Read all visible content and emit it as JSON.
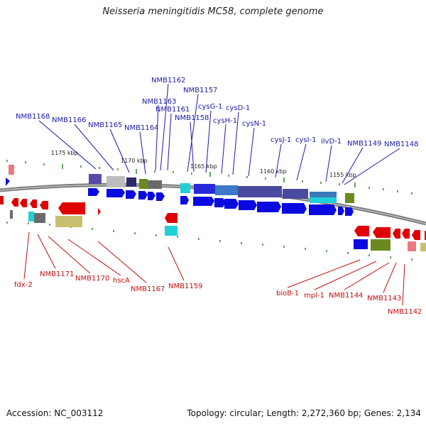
{
  "title": "Neisseria meningitidis MC58, complete genome",
  "footer": {
    "accession": "Accession: NC_003112",
    "summary": "Topology: circular; Length: 2,272,360 bp; Genes: 2,134"
  },
  "colors": {
    "forward_gene": "#0a0ae0",
    "reverse_gene": "#e00000",
    "backbone": "#7a7a7a",
    "tick": "#2a8a2a",
    "top_label": "#1a1aa6",
    "bottom_label": "#c01010"
  },
  "scale_ticks": [
    "1175 kbp",
    "1170 kbp",
    "1165 kbp",
    "1160 kbp",
    "1155 kbp"
  ],
  "top_labels": [
    "NMB1168",
    "NMB1166",
    "NMB1165",
    "NMB1164",
    "NMB1163",
    "NMB1162",
    "NMB1161",
    "NMB1157",
    "NMB1158",
    "cysG-1",
    "cysD-1",
    "cysH-1",
    "cysN-1",
    "cysJ-1",
    "cysI-1",
    "ilvD-1",
    "NMB1149",
    "NMB1148"
  ],
  "bottom_labels": [
    "fdx-2",
    "NMB1171",
    "NMB1170",
    "hscA",
    "NMB1167",
    "NMB1159",
    "bioB-1",
    "mpl-1",
    "NMB1144",
    "NMB1143",
    "NMB1142"
  ]
}
